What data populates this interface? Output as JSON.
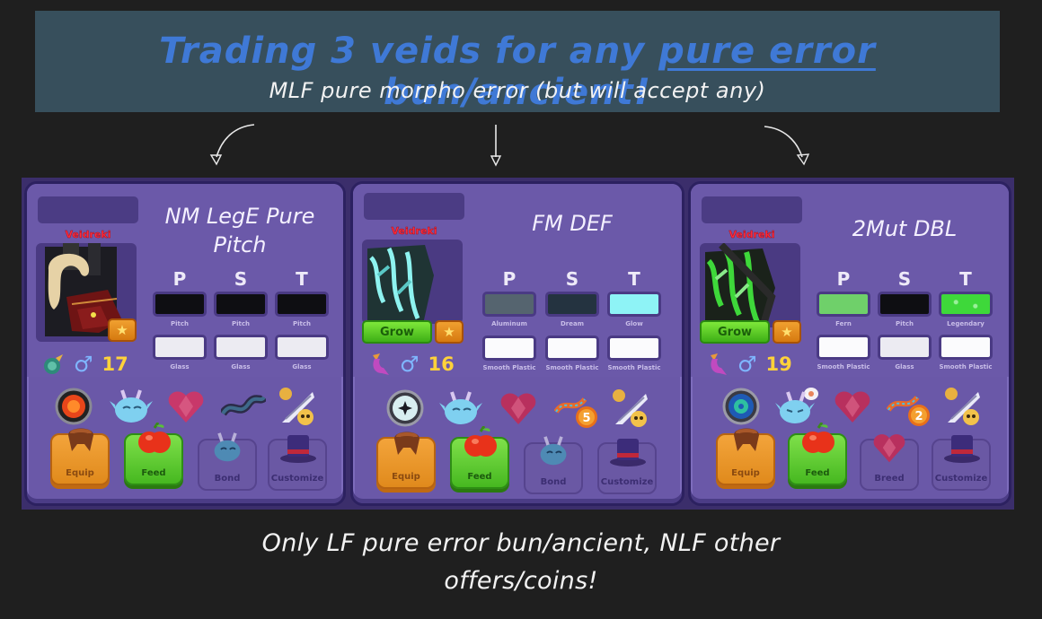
{
  "banner": {
    "title_before": "Trading 3 veids for any ",
    "title_underlined": "pure error",
    "title_after": " bun/ancient!",
    "subtitle": "MLF pure morpho error (but will accept any)",
    "colors": {
      "background": "#374f5c",
      "title": "#3f79d6",
      "subtitle": "#f2f2f2"
    }
  },
  "cards": [
    {
      "name_box": "",
      "species": "Veidreki",
      "title_line1": "NM LegE Pure",
      "title_line2": "Pitch",
      "has_grow": false,
      "grow_label": "Grow",
      "pst_headers": [
        "P",
        "S",
        "T"
      ],
      "colors_row1": [
        {
          "label": "Pitch",
          "hex": "#0e0e12"
        },
        {
          "label": "Pitch",
          "hex": "#0e0e12"
        },
        {
          "label": "Pitch",
          "hex": "#0e0e12"
        }
      ],
      "colors_row2": [
        {
          "label": "Glass",
          "hex": "#ecebf2"
        },
        {
          "label": "Glass",
          "hex": "#ecebf2"
        },
        {
          "label": "Glass",
          "hex": "#ecebf2"
        }
      ],
      "age_icon": "baby-dragon-icon",
      "gender": "male",
      "gender_symbol": "♂",
      "level": "17",
      "status_icons": [
        "fire-element-icon",
        "bond-face-icon",
        "heart-gem-icon",
        "dna-strand-icon",
        "quill-skull-icon"
      ],
      "actions": [
        {
          "label": "Equip",
          "icon": "saddle-icon",
          "style": "equip"
        },
        {
          "label": "Feed",
          "icon": "apple-icon",
          "style": "feed"
        },
        {
          "label": "Bond",
          "icon": "bond-face-icon",
          "style": "dim"
        },
        {
          "label": "Customize",
          "icon": "top-hat-icon",
          "style": "dim"
        }
      ]
    },
    {
      "name_box": "",
      "species": "Veidreki",
      "title_line1": "FM DEF",
      "title_line2": "",
      "has_grow": true,
      "grow_label": "Grow",
      "pst_headers": [
        "P",
        "S",
        "T"
      ],
      "colors_row1": [
        {
          "label": "Aluminum",
          "hex": "#55646f"
        },
        {
          "label": "Dream",
          "hex": "#243340"
        },
        {
          "label": "Glow",
          "hex": "#8ef3f6"
        }
      ],
      "colors_row2": [
        {
          "label": "Smooth Plastic",
          "hex": "#fbfbfd"
        },
        {
          "label": "Smooth Plastic",
          "hex": "#fbfbfd"
        },
        {
          "label": "Smooth Plastic",
          "hex": "#fbfbfd"
        }
      ],
      "age_icon": "juvenile-dragon-icon",
      "gender": "male",
      "gender_symbol": "♂",
      "level": "16",
      "status_icons": [
        "light-element-icon",
        "bond-face-icon",
        "heart-gem-icon",
        "dna-badge-5-icon",
        "quill-skull-icon"
      ],
      "dna_badge": "5",
      "actions": [
        {
          "label": "Equip",
          "icon": "saddle-icon",
          "style": "equip"
        },
        {
          "label": "Feed",
          "icon": "apple-icon",
          "style": "feed"
        },
        {
          "label": "Bond",
          "icon": "bond-face-icon",
          "style": "dim"
        },
        {
          "label": "Customize",
          "icon": "top-hat-icon",
          "style": "dim"
        }
      ]
    },
    {
      "name_box": "",
      "species": "Veidreki",
      "title_line1": "2Mut DBL",
      "title_line2": "",
      "has_grow": true,
      "grow_label": "Grow",
      "pst_headers": [
        "P",
        "S",
        "T"
      ],
      "colors_row1": [
        {
          "label": "Fern",
          "hex": "#6fd06a"
        },
        {
          "label": "Pitch",
          "hex": "#0e0e12"
        },
        {
          "label": "Legendary",
          "hex": "#3ed83a"
        }
      ],
      "colors_row2": [
        {
          "label": "Smooth Plastic",
          "hex": "#fbfbfd"
        },
        {
          "label": "Glass",
          "hex": "#ecebf2"
        },
        {
          "label": "Smooth Plastic",
          "hex": "#fbfbfd"
        }
      ],
      "age_icon": "juvenile-dragon-icon",
      "gender": "male",
      "gender_symbol": "♂",
      "level": "19",
      "status_icons": [
        "nature-element-icon",
        "bond-face-thinking-icon",
        "heart-gem-icon",
        "dna-badge-2-icon",
        "quill-skull-icon"
      ],
      "dna_badge": "2",
      "actions": [
        {
          "label": "Equip",
          "icon": "saddle-icon",
          "style": "equip"
        },
        {
          "label": "Feed",
          "icon": "apple-icon",
          "style": "feed"
        },
        {
          "label": "Breed",
          "icon": "heart-gem-icon",
          "style": "dim"
        },
        {
          "label": "Customize",
          "icon": "top-hat-icon",
          "style": "dim"
        }
      ]
    }
  ],
  "footer": {
    "line1": "Only LF pure error bun/ancient, NLF other",
    "line2": "offers/coins!"
  }
}
